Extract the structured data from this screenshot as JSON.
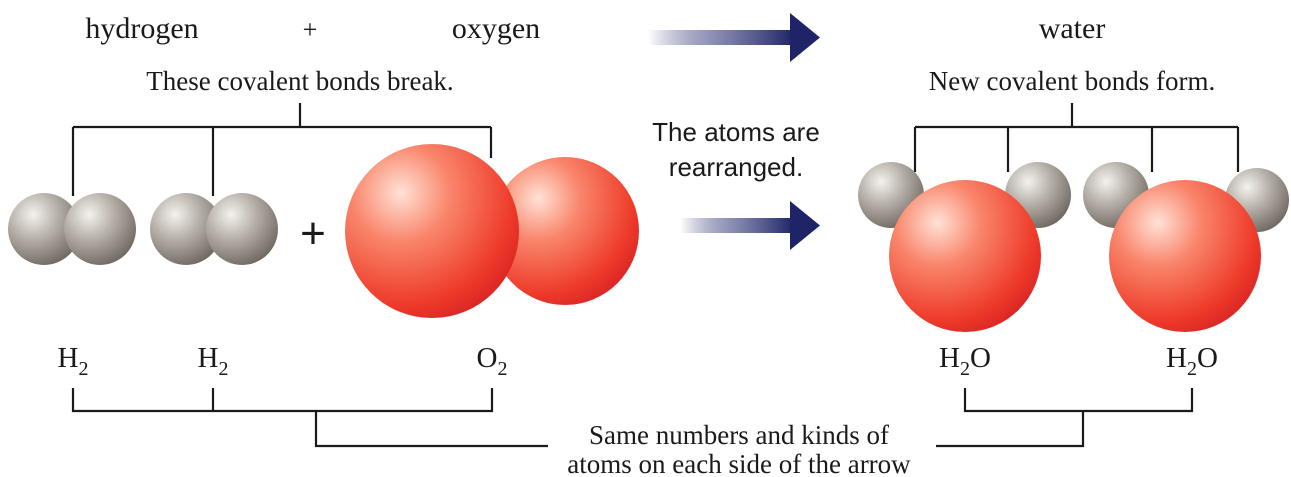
{
  "equation": {
    "reactant_1": "hydrogen",
    "plus": "+",
    "reactant_2": "oxygen",
    "product": "water"
  },
  "notes": {
    "bonds_break": "These covalent bonds break.",
    "bonds_form": "New covalent bonds form.",
    "rearranged_line1": "The atoms are",
    "rearranged_line2": "rearranged.",
    "same_line1": "Same numbers and kinds of",
    "same_line2": "atoms on each side of the arrow"
  },
  "molecule_plus": "+",
  "formulas": {
    "h2_a": {
      "base": "H",
      "sub": "2",
      "tail": ""
    },
    "h2_b": {
      "base": "H",
      "sub": "2",
      "tail": ""
    },
    "o2": {
      "base": "O",
      "sub": "2",
      "tail": ""
    },
    "h2o_a": {
      "base": "H",
      "sub": "2",
      "tail": "O"
    },
    "h2o_b": {
      "base": "H",
      "sub": "2",
      "tail": "O"
    }
  },
  "colors": {
    "hydrogen_atom": "#a8a39c",
    "oxygen_atom": "#f0442e",
    "arrow": "#1f2466",
    "text": "#1a1a1a"
  }
}
